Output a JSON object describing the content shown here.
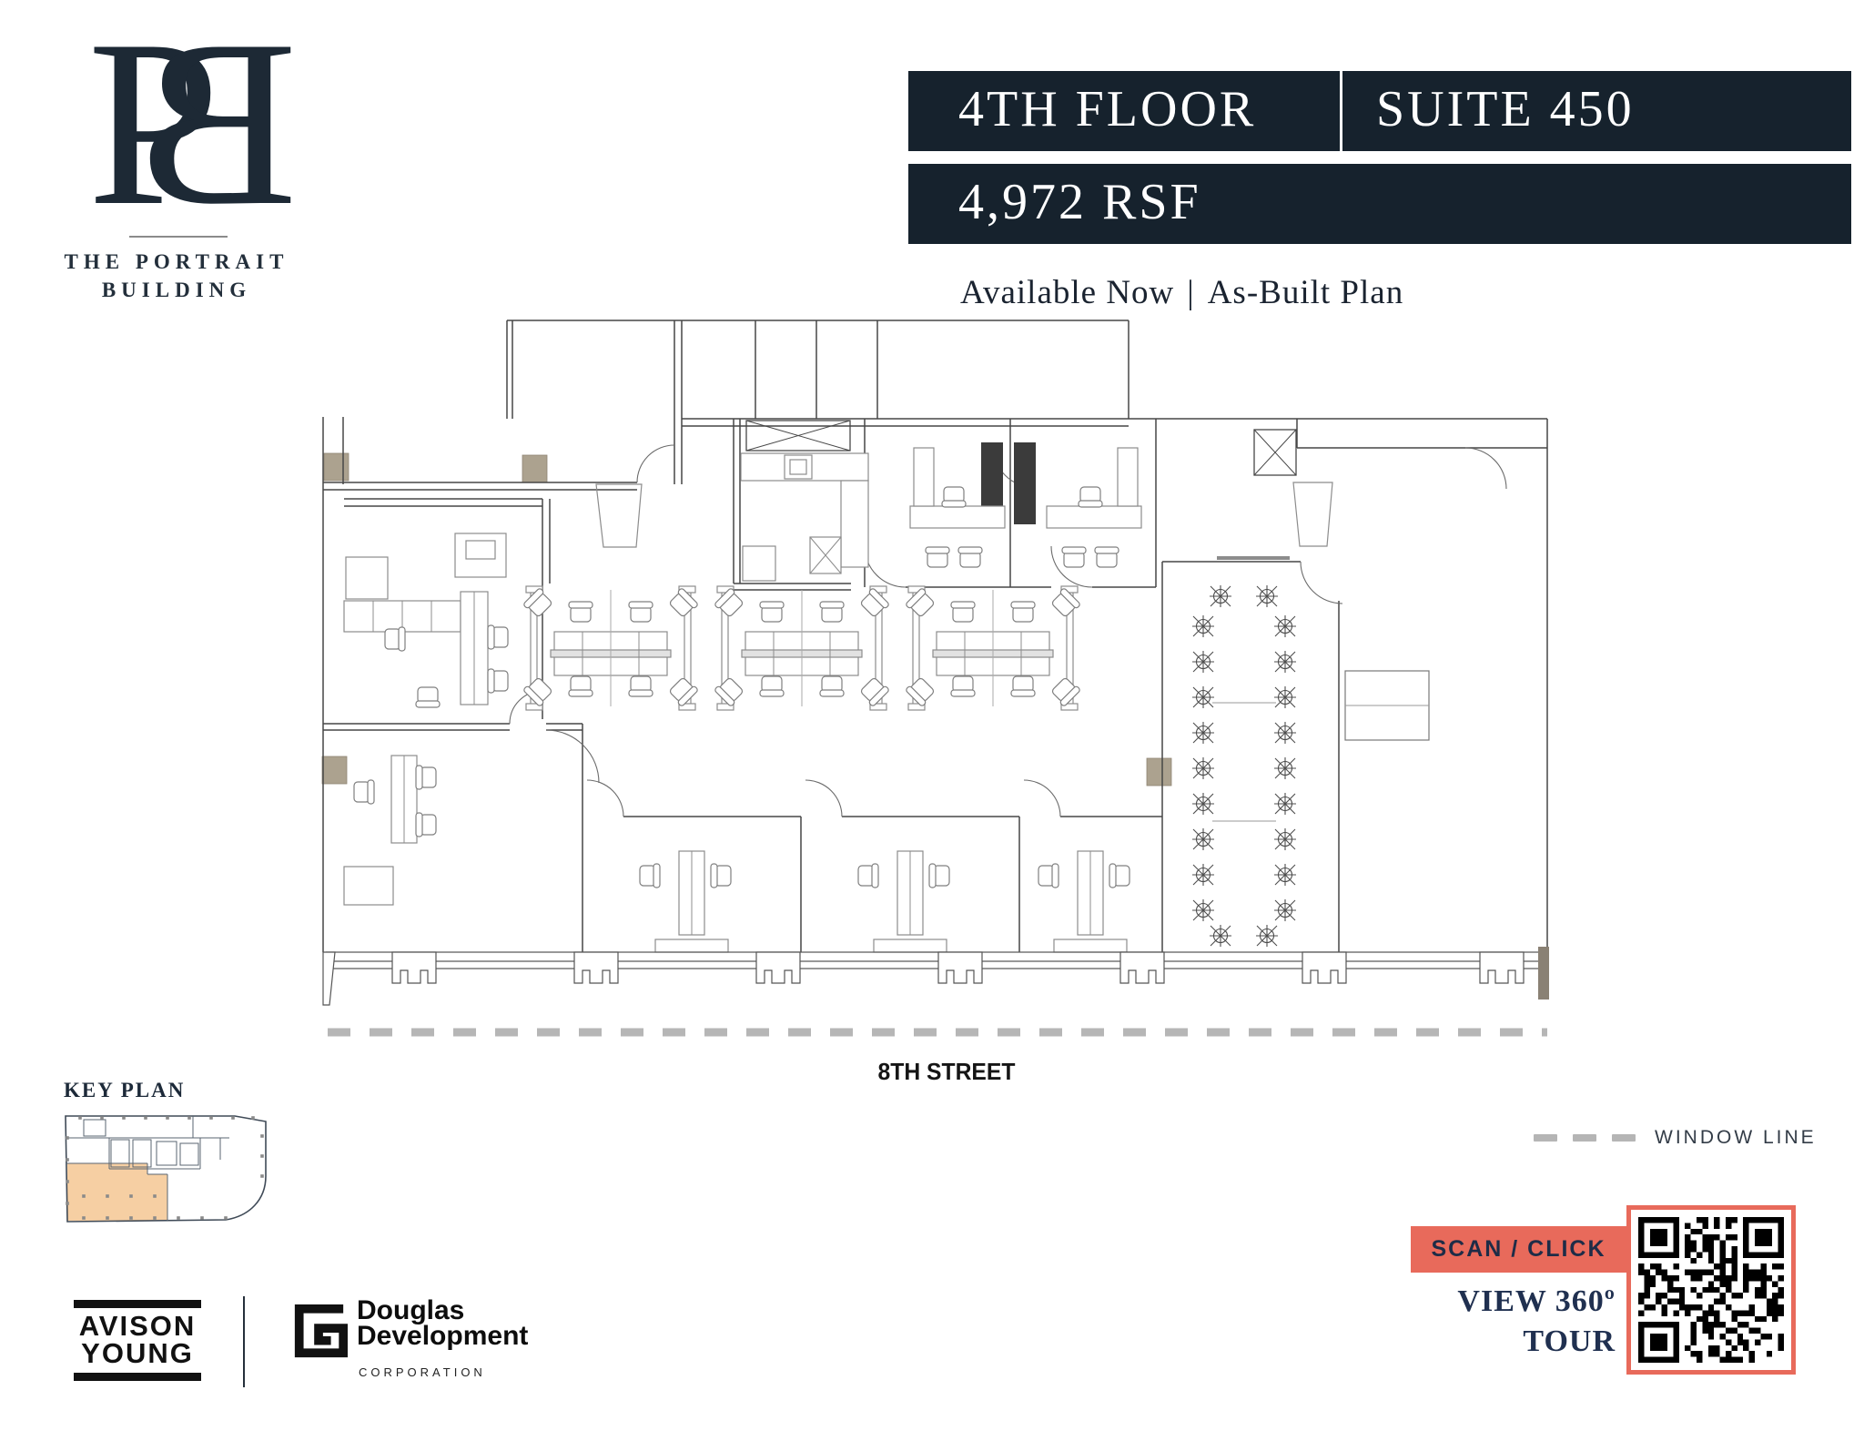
{
  "brand": {
    "monogram_p": "P",
    "monogram_b": "B",
    "name_line1": "THE PORTRAIT",
    "name_line2": "BUILDING",
    "navy": "#1d2935"
  },
  "header": {
    "floor": "4TH FLOOR",
    "suite": "SUITE 450",
    "rsf": "4,972 RSF",
    "availability": "Available Now",
    "plan_type": "As-Built Plan",
    "separator": "|",
    "bar_color": "#16222d"
  },
  "plan": {
    "street_label": "8TH STREET",
    "column_color": "#aca28f",
    "wall_color": "#474747",
    "window_line_color": "#b6b6b6"
  },
  "legend": {
    "window_line_label": "WINDOW LINE"
  },
  "key_plan": {
    "title": "KEY PLAN",
    "highlight_color": "#f6cfa3"
  },
  "tour": {
    "scan_label": "SCAN / CLICK",
    "view_line1": "VIEW 360º",
    "view_line2": "TOUR",
    "accent_color": "#e86a5b",
    "qr_icon": "qr-code"
  },
  "brokers": {
    "avison_line1": "AVISON",
    "avison_line2": "YOUNG",
    "douglas_line1": "Douglas",
    "douglas_line2": "Development",
    "douglas_line3": "CORPORATION"
  }
}
